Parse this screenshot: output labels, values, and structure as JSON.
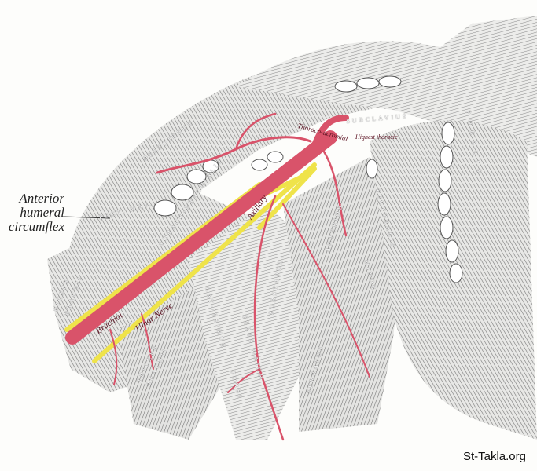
{
  "callout": {
    "line1": "Anterior",
    "line2": "humeral",
    "line3": "circumflex"
  },
  "muscles": {
    "deltoideus": "DELTOIDEUS",
    "pect_maj": "PECT. MAJ.",
    "coraco": "CORACO-BRACHIALIS",
    "biceps": "BICEPS",
    "brachii": "BRACHII",
    "triceps": "TRICEPS",
    "triceps_brachii": "BRACHII",
    "lat": "LAT-ISSIMUS",
    "dorsi": "DORSI",
    "teres": "TERES MAJOR",
    "subscap": "SUBSCAPUL.",
    "serratus": "SERRATUS",
    "anterior": "ANTERIOR",
    "subclavius": "SUBCLAVIUS",
    "pectoralis": "PECTORALIS",
    "pect_minor": "MINOR",
    "pect_right": "P O R A L I S"
  },
  "vessels": {
    "axillary": "Axillary",
    "brachial": "Brachial",
    "ulnar": "Ulnar Nerve",
    "thoraco": "Thoraco-acromial",
    "highest": "Highest thoracic"
  },
  "watermark": "St-Takla.org",
  "colors": {
    "artery": "#d9536a",
    "nerve": "#efe34a",
    "muscle": "#8a8a8a"
  }
}
